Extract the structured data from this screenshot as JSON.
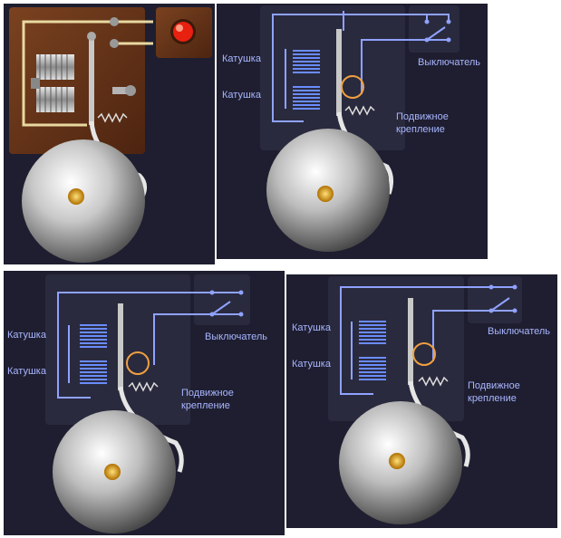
{
  "labels": {
    "coil": "Катушка",
    "switch": "Выключатель",
    "mount_line1": "Подвижное",
    "mount_line2": "крепление"
  },
  "colors": {
    "background": "#1e1e30",
    "wire": "#8fa2ff",
    "label": "#a9b6ff",
    "highlight": "#f0a040",
    "wood": "#6b3a1a",
    "button": "#e82010"
  },
  "panels": [
    {
      "id": "realistic",
      "labels": false
    },
    {
      "id": "diagram-1",
      "labels": true
    },
    {
      "id": "diagram-2",
      "labels": true
    },
    {
      "id": "diagram-3",
      "labels": true
    }
  ]
}
